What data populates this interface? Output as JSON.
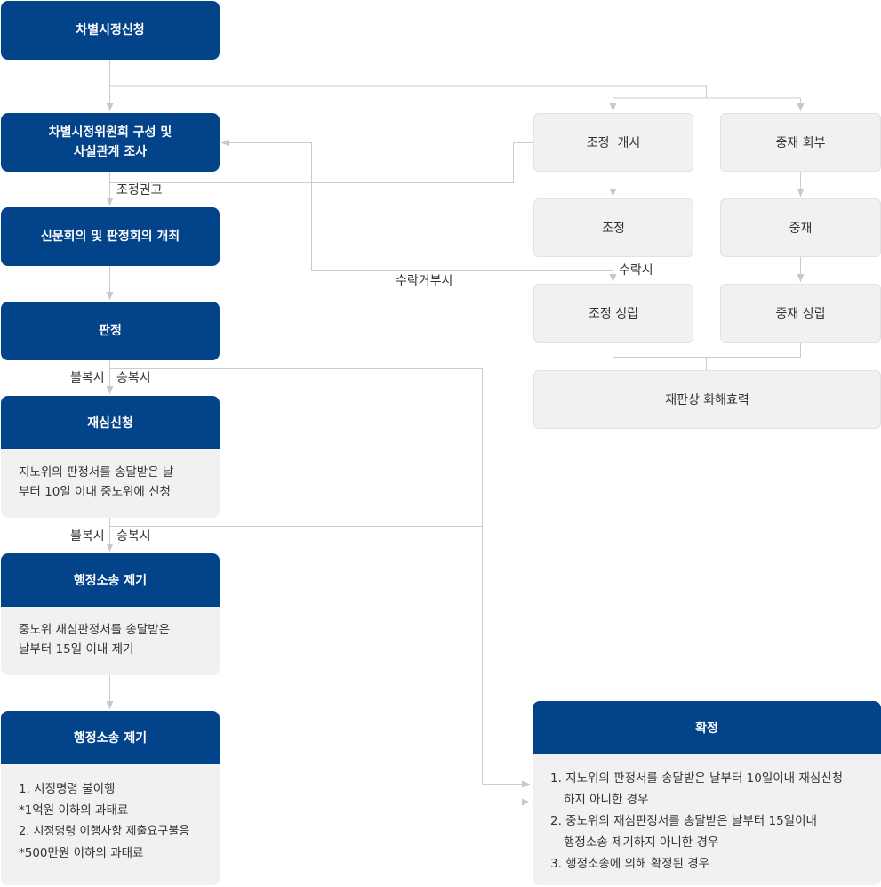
{
  "left": {
    "apply": "차별시정신청",
    "committee_line1": "차별시정위원회 구성 및",
    "committee_line2": "사실관계 조사",
    "hearing": "신문회의 및 판정회의 개최",
    "decision": "판정",
    "review": {
      "title": "재심신청",
      "line1": "지노위의 판정서를 송달받은 날",
      "line2": "부터 10일 이내 중노위에 신청"
    },
    "lawsuit1": {
      "title": "행정소송 제기",
      "line1": "중노위 재심판정서를 송달받은",
      "line2": "날부터 15일 이내 제기"
    },
    "lawsuit2": {
      "title": "행정소송 제기",
      "line1": "1. 시정명령 불이행",
      "line2": "*1억원 이하의 과태료",
      "line3": "2. 시정명령 이행사항 제출요구불응",
      "line4": "*500만원 이하의 과태료"
    }
  },
  "right": {
    "med_start": "조정  개시",
    "arb_reply": "중재 회부",
    "mediation": "조정",
    "arbitration": "중재",
    "med_done": "조정 성립",
    "arb_done": "중재 성립",
    "settlement": "재판상 화해효력"
  },
  "final": {
    "title": "확정",
    "item1_line1": "1. 지노위의 판정서를 송달받은 날부터 10일이내 재심신청",
    "item1_line2": "하지 아니한 경우",
    "item2_line1": "2. 중노위의 재심판정서를 송달받은 날부터 15일이내",
    "item2_line2": "행정소송 제기하지 아니한 경우",
    "item3": "3. 행정소송에 의해 확정된 경우"
  },
  "labels": {
    "adjust_advice": "조정권고",
    "reject": "수락거부시",
    "accept": "수락시",
    "dissent1": "불복시",
    "win1": "승복시",
    "dissent2": "불복시",
    "win2": "승복시"
  }
}
